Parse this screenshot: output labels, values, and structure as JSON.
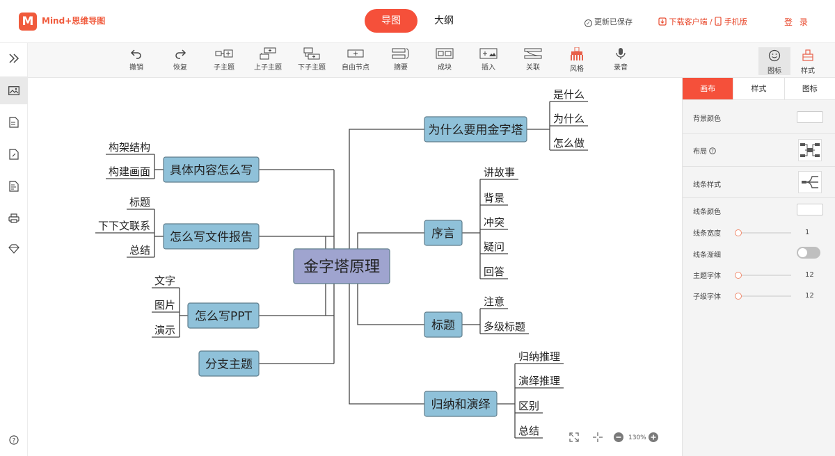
{
  "header": {
    "logo_letter": "M",
    "app_name": "Mind+思维导图",
    "mode_map": "导图",
    "mode_outline": "大纲",
    "save_status": "更新已保存",
    "download_client": "下载客户端",
    "divider": "/",
    "mobile": "手机版",
    "login": "登 录",
    "accent_color": "#f5503a"
  },
  "toolbar": {
    "undo": "撤销",
    "redo": "恢复",
    "child_topic": "子主题",
    "upper_child_topic": "上子主题",
    "lower_child_topic": "下子主题",
    "free_node": "自由节点",
    "summary": "摘要",
    "block": "成块",
    "insert": "插入",
    "relation": "关联",
    "style_brush": "风格",
    "record": "录音",
    "icons": "图标",
    "styles": "样式"
  },
  "panel": {
    "tabs": [
      "画布",
      "样式",
      "图标"
    ],
    "background_color": "背景颜色",
    "layout": "布局",
    "line_style": "线条样式",
    "line_color": "线条颜色",
    "line_width": "线条宽度",
    "line_width_value": "1",
    "line_taper": "线条渐细",
    "topic_font": "主题字体",
    "topic_font_value": "12",
    "sub_font": "子级字体",
    "sub_font_value": "12"
  },
  "mindmap": {
    "root": "金字塔原理",
    "left": [
      {
        "topic": "具体内容怎么写",
        "children": [
          "构架结构",
          "构建画面"
        ]
      },
      {
        "topic": "怎么写文件报告",
        "children": [
          "标题",
          "下下文联系",
          "总结"
        ]
      },
      {
        "topic": "怎么写PPT",
        "children": [
          "文字",
          "图片",
          "演示"
        ]
      },
      {
        "topic": "分支主题",
        "children": []
      }
    ],
    "right": [
      {
        "topic": "为什么要用金字塔",
        "children": [
          "是什么",
          "为什么",
          "怎么做"
        ]
      },
      {
        "topic": "序言",
        "children": [
          "讲故事",
          "背景",
          "冲突",
          "疑问",
          "回答"
        ]
      },
      {
        "topic": "标题",
        "children": [
          "注意",
          "多级标题"
        ]
      },
      {
        "topic": "归纳和演绎",
        "children": [
          "归纳推理",
          "演绎推理",
          "区别",
          "总结"
        ]
      }
    ],
    "root_color": "#9fa4cf",
    "topic_color": "#8fc1d9"
  },
  "zoom": {
    "level": "130%"
  }
}
